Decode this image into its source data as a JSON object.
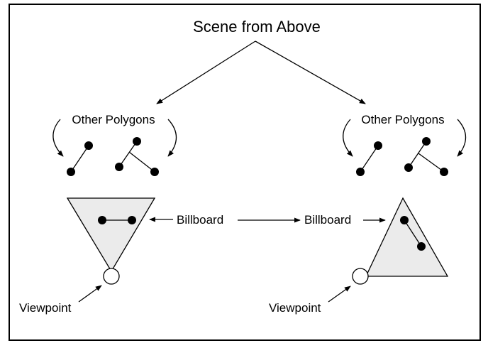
{
  "title": "Scene from Above",
  "left": {
    "other_polygons": "Other Polygons",
    "billboard": "Billboard",
    "viewpoint": "Viewpoint"
  },
  "right": {
    "other_polygons": "Other Polygons",
    "billboard": "Billboard",
    "viewpoint": "Viewpoint"
  },
  "colors": {
    "stroke": "#000000",
    "fill": "#ebebeb",
    "background": "#ffffff"
  }
}
